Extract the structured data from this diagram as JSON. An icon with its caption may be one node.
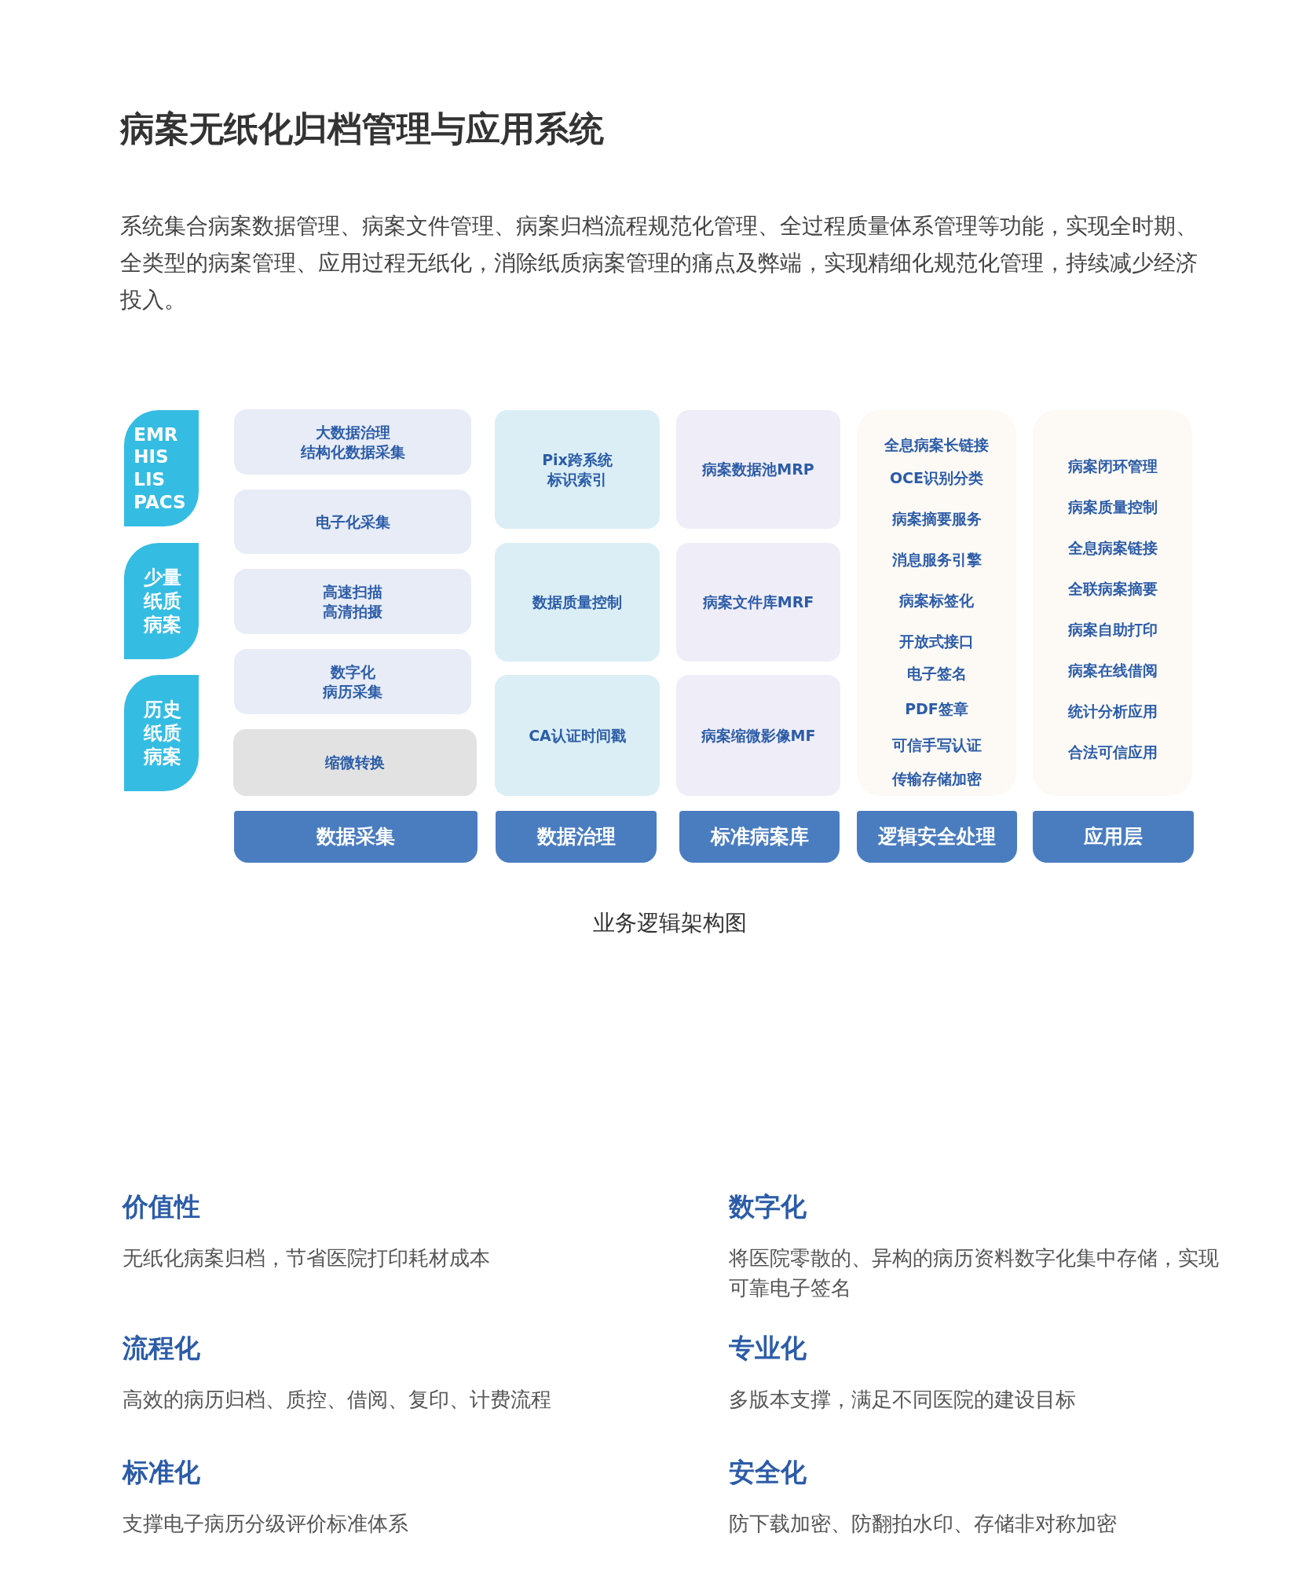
{
  "diagram": {
    "title": "病案无纸化归档管理与应用系统",
    "caption": "业务逻辑架构图",
    "nodes": [
      {
        "text": [
          "EMR HIS LIS PACS"
        ]
      },
      {
        "text": [
          "少量纸质病案"
        ]
      },
      {
        "text": [
          "历史纸质病案"
        ]
      },
      {
        "text": [
          "大数据治理结构化数据采集"
        ]
      },
      {
        "text": [
          "电子化采集"
        ]
      },
      {
        "text": [
          "高速扫描高清拍摄"
        ]
      },
      {
        "text": [
          "数字化病历采集"
        ]
      },
      {
        "text": [
          "缩微转换"
        ]
      },
      {
        "text": [
          "Pix跨系统标识索引"
        ]
      },
      {
        "text": [
          "数据质量控制"
        ]
      },
      {
        "text": [
          "CA认证时间戳"
        ]
      },
      {
        "text": [
          "病案数据池MRP"
        ]
      },
      {
        "text": [
          "病案文件库MRF"
        ]
      },
      {
        "text": [
          "病案缩微影像MF"
        ]
      },
      {
        "text": [
          "全息病案长链接",
          "OCE识别分类",
          "病案摘要服务",
          "消息服务引擎",
          "病案标签化",
          "开放式接口",
          "电子签名",
          "PDF签章",
          "可信手写认证",
          "传输存储加密"
        ]
      },
      {
        "text": [
          "病案闭环管理",
          "病案质量控制",
          "全息病案链接",
          "全联病案摘要",
          "病案自助打印",
          "病案在线借阅",
          "统计分析应用",
          "合法可信应用"
        ]
      },
      {
        "text": [
          "数据采集"
        ]
      },
      {
        "text": [
          "数据治理"
        ]
      },
      {
        "text": [
          "标准病案库"
        ]
      },
      {
        "text": [
          "逻辑安全处理"
        ]
      },
      {
        "text": [
          "应用层"
        ]
      }
    ],
    "labels": [
      "系统集合病案数据管理、病案文件管理、病案归档流程规范化管理、全过程质量体系管理等功能，实现全时期、全类型的病案管理、应用过程无纸化，消除纸质病案管理的痛点及弊端，实现精细化规范化管理，持续减少经济投入。",
      "价值性",
      "数字化",
      "无纸化病案归档，节省医院打印耗材成本",
      "将医院零散的、异构的病历资料数字化集中存储，实现可靠电子签名",
      "流程化",
      "专业化",
      "高效的病历归档、质控、借阅、复印、计费流程",
      "多版本支撑，满足不同医院的建设目标",
      "标准化",
      "安全化",
      "支撑电子病历分级评价标准体系",
      "防下载加密、防翻拍水印、存储非对称加密"
    ]
  }
}
